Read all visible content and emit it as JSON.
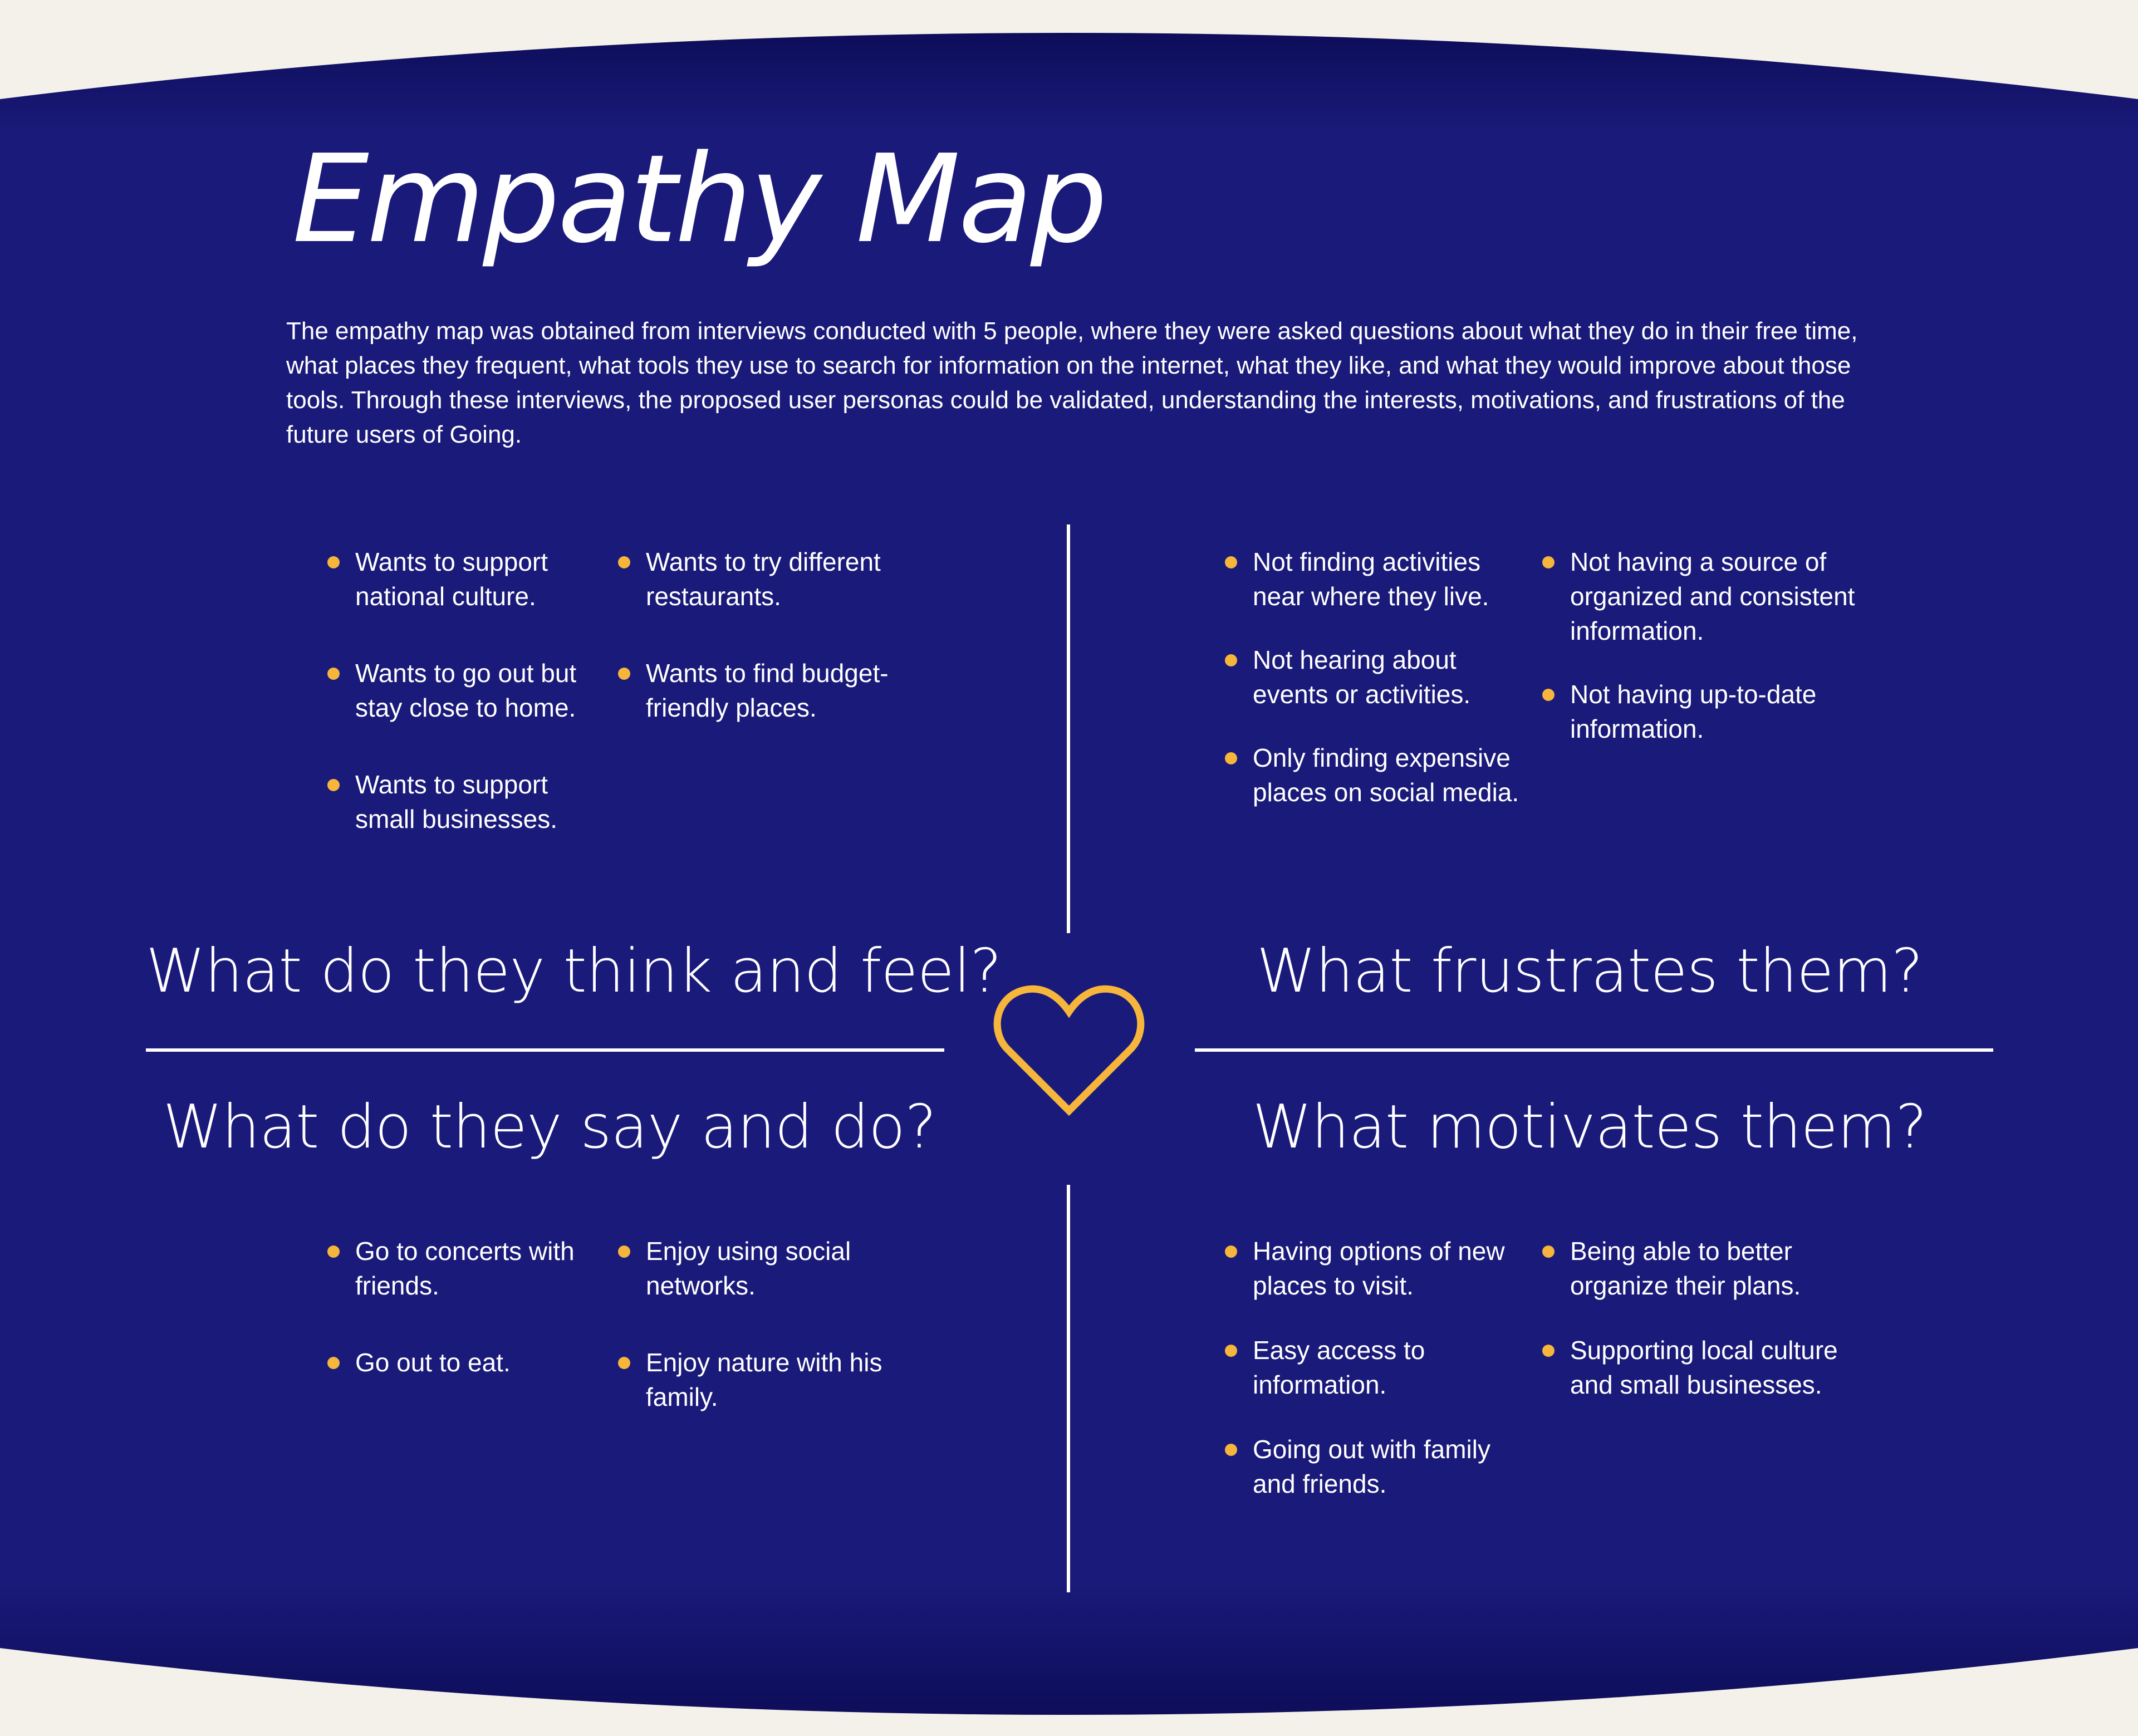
{
  "colors": {
    "background": "#f4f1ea",
    "panel": "#1a1a7a",
    "panel_edge": "#0d0d5a",
    "accent": "#f6b53b",
    "text": "#ffffff"
  },
  "title": "Empathy Map",
  "intro": "The empathy map was obtained from interviews conducted with 5 people, where they were asked questions about what they do in their free time, what places they frequent, what tools they use to search for information on the internet, what they like, and what they would improve about those tools. Through these interviews, the proposed user personas could be validated, understanding the interests, motivations, and frustrations of the future users of Going.",
  "center_icon": "heart-icon",
  "quadrants": {
    "think_feel": {
      "heading": "What do they think and feel?",
      "col1": [
        "Wants to support national culture.",
        "Wants to go out but stay close to home.",
        "Wants to support small businesses."
      ],
      "col2": [
        "Wants to try different restaurants.",
        "Wants to find budget-friendly places."
      ]
    },
    "frustrates": {
      "heading": "What frustrates them?",
      "col1": [
        "Not finding activities near where they live.",
        "Not hearing about events or activities.",
        "Only finding expensive places on social media."
      ],
      "col2": [
        "Not having a source of organized and consistent information.",
        "Not having up-to-date information."
      ]
    },
    "say_do": {
      "heading": "What do they say and do?",
      "col1": [
        "Go to concerts with friends.",
        "Go out to eat."
      ],
      "col2": [
        "Enjoy using social networks.",
        "Enjoy nature with his family."
      ]
    },
    "motivates": {
      "heading": "What motivates them?",
      "col1": [
        "Having options of new places to visit.",
        "Easy access to information.",
        "Going out with family and friends."
      ],
      "col2": [
        "Being able to better organize their plans.",
        "Supporting local culture and small businesses."
      ]
    }
  }
}
